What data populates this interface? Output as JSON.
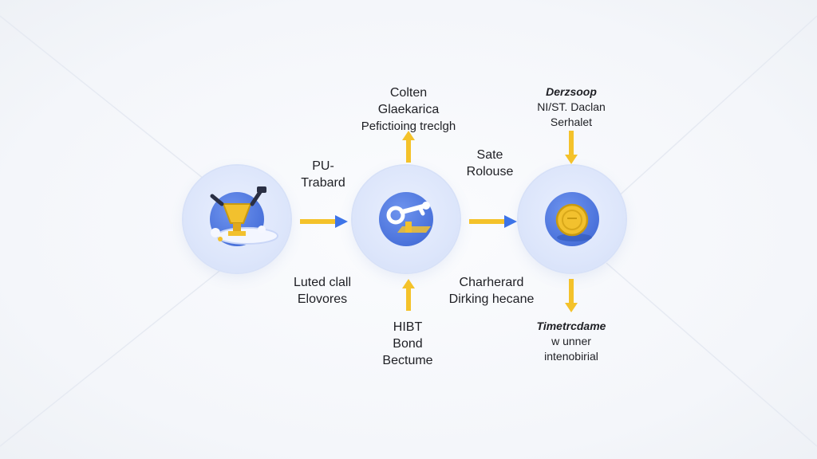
{
  "nodes": [
    {
      "name": "trophy-node",
      "icon": "trophy-icon"
    },
    {
      "name": "key-node",
      "icon": "key-icon"
    },
    {
      "name": "coin-node",
      "icon": "coin-icon"
    }
  ],
  "labels": {
    "top_center": [
      "Colten",
      "Glaekarica",
      "Pefictioing treclgh"
    ],
    "top_right": [
      "Derzsoop",
      "NI/ST. Daclan",
      "Serhalet"
    ],
    "left_mid": [
      "PU-",
      "Trabard"
    ],
    "mid_right": [
      "Sate",
      "Rolouse"
    ],
    "bottom_left": [
      "Luted clall",
      "Elovores"
    ],
    "bottom_center": [
      "HIBT",
      "Bond",
      "Bectume"
    ],
    "bottom_mid_right": [
      "Charherard",
      "Dirking hecane"
    ],
    "bottom_right": [
      "Timetrcdame",
      "w unner",
      "intenobirial"
    ]
  },
  "colors": {
    "arrow_yellow": "#f4c22a",
    "arrow_blue": "#3d74e8",
    "node_core": "#4a72db",
    "icon_gold": "#f2c12e"
  }
}
